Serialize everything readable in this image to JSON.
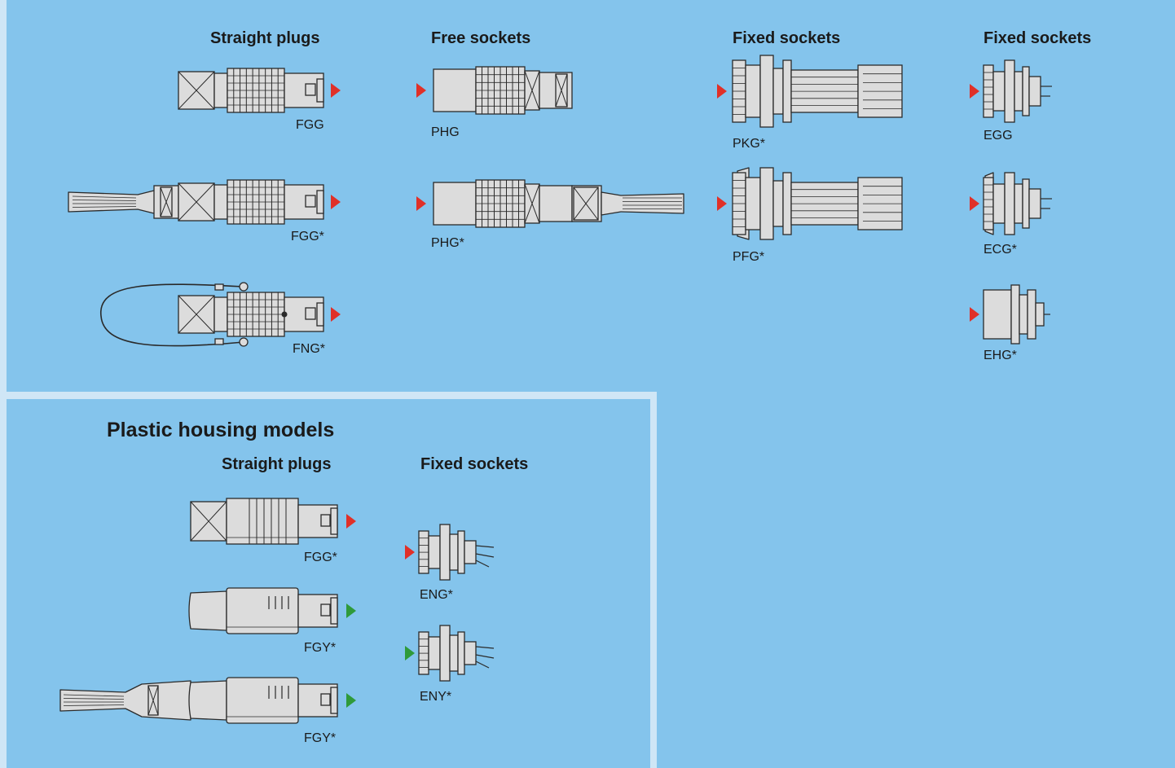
{
  "colors": {
    "panel": "#84c4ec",
    "frame": "#cfe6f6",
    "outline": "#2a2a2a",
    "metal": "#dcdcdc",
    "arrow_red": "#e03028",
    "arrow_green": "#2f9a3a"
  },
  "metal_section": {
    "headings": {
      "straight_plugs": "Straight plugs",
      "free_sockets": "Free sockets",
      "fixed_sockets_a": "Fixed sockets",
      "fixed_sockets_b": "Fixed sockets"
    },
    "models": [
      {
        "code": "FGG",
        "kind": "straight-plug",
        "icon": "connector-plug-icon",
        "arrow": "red"
      },
      {
        "code": "FGG*",
        "kind": "straight-plug-with-bend-relief",
        "icon": "connector-plug-icon",
        "arrow": "red"
      },
      {
        "code": "FNG*",
        "kind": "straight-plug-with-lanyard",
        "icon": "connector-plug-icon",
        "arrow": "red"
      },
      {
        "code": "PHG",
        "kind": "free-socket",
        "icon": "connector-socket-icon",
        "arrow": "red"
      },
      {
        "code": "PHG*",
        "kind": "free-socket-with-bend-relief",
        "icon": "connector-socket-icon",
        "arrow": "red"
      },
      {
        "code": "PKG*",
        "kind": "fixed-socket-cable",
        "icon": "connector-socket-icon",
        "arrow": "red"
      },
      {
        "code": "PFG*",
        "kind": "fixed-socket-cable",
        "icon": "connector-socket-icon",
        "arrow": "red"
      },
      {
        "code": "EGG",
        "kind": "fixed-socket-panel",
        "icon": "connector-socket-icon",
        "arrow": "red"
      },
      {
        "code": "ECG*",
        "kind": "fixed-socket-panel",
        "icon": "connector-socket-icon",
        "arrow": "red"
      },
      {
        "code": "EHG*",
        "kind": "fixed-socket-panel",
        "icon": "connector-socket-icon",
        "arrow": "red"
      }
    ]
  },
  "plastic_section": {
    "title": "Plastic housing models",
    "headings": {
      "straight_plugs": "Straight plugs",
      "fixed_sockets": "Fixed sockets"
    },
    "models": [
      {
        "code": "FGG*",
        "kind": "plastic-straight-plug",
        "icon": "connector-plug-icon",
        "arrow": "red"
      },
      {
        "code": "FGY*",
        "kind": "plastic-straight-plug",
        "icon": "connector-plug-icon",
        "arrow": "green"
      },
      {
        "code": "FGY*",
        "kind": "plastic-straight-plug-with-bend-relief",
        "icon": "connector-plug-icon",
        "arrow": "green"
      },
      {
        "code": "ENG*",
        "kind": "plastic-fixed-socket",
        "icon": "connector-socket-icon",
        "arrow": "red"
      },
      {
        "code": "ENY*",
        "kind": "plastic-fixed-socket",
        "icon": "connector-socket-icon",
        "arrow": "green"
      }
    ]
  }
}
